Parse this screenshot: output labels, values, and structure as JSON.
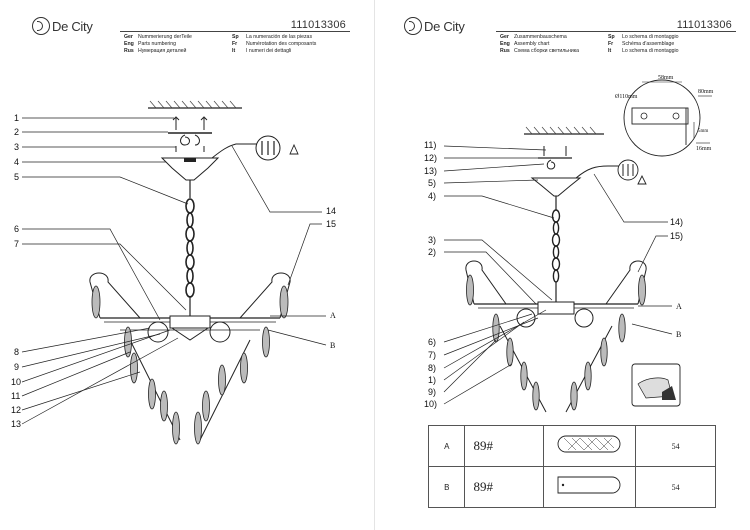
{
  "document": {
    "brand": "De City",
    "article_number": "111013306"
  },
  "left_page": {
    "legend": [
      {
        "lang": "Ger",
        "text": "Nummerierung derTeile"
      },
      {
        "lang": "Eng",
        "text": "Parts numbering"
      },
      {
        "lang": "Rus",
        "text": "Нумерация деталей"
      },
      {
        "lang": "Sp",
        "text": "La numeración de las piezas"
      },
      {
        "lang": "Fr",
        "text": "Numérotation des composants"
      },
      {
        "lang": "It",
        "text": "I numeri dei dettagli"
      }
    ],
    "callouts_left": [
      "1",
      "2",
      "3",
      "4",
      "5",
      "6",
      "7",
      "8",
      "9",
      "10",
      "11",
      "12",
      "13"
    ],
    "callouts_right": [
      "14",
      "15",
      "A",
      "B"
    ]
  },
  "right_page": {
    "legend": [
      {
        "lang": "Ger",
        "text": "Zusammenbauschema"
      },
      {
        "lang": "Eng",
        "text": "Assembly chart"
      },
      {
        "lang": "Rus",
        "text": "Схема сборки светильника"
      },
      {
        "lang": "Sp",
        "text": "Lo schema di montaggio"
      },
      {
        "lang": "Fr",
        "text": "Schéma d'assemblage"
      },
      {
        "lang": "It",
        "text": "Lo schema di montaggio"
      }
    ],
    "callouts_left": [
      "11)",
      "12)",
      "13)",
      "5)",
      "4)",
      "3)",
      "2)",
      "6)",
      "7)",
      "8)",
      "1)",
      "9)",
      "10)"
    ],
    "callouts_right": [
      "14)",
      "15)",
      "A",
      "B"
    ],
    "dimensions": {
      "d1": "58mm",
      "d2": "Ø110mm",
      "d3": "80mm",
      "d4": "5mm",
      "d5": "16mm"
    },
    "parts_table": [
      {
        "letter": "A",
        "code": "89#",
        "quantity": "54"
      },
      {
        "letter": "B",
        "code": "89#",
        "quantity": "54"
      }
    ]
  }
}
